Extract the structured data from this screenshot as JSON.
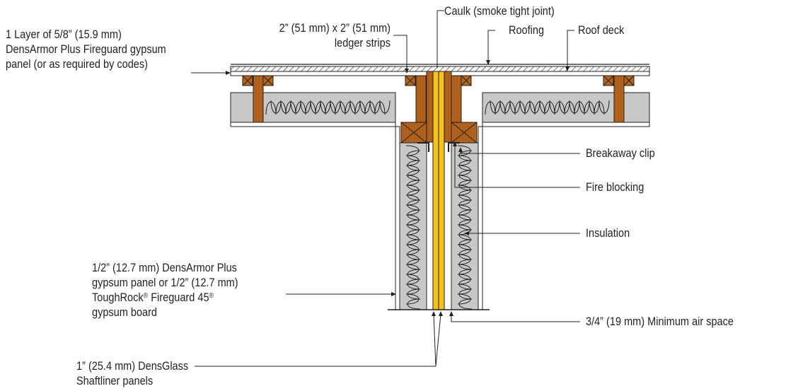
{
  "labels": {
    "gypsum_panel_top": [
      "1 Layer of 5/8” (15.9 mm)",
      "DensArmor Plus Fireguard gypsum",
      "panel (or as required by codes)"
    ],
    "ledger_strips": [
      "2” (51 mm) x 2” (51 mm)",
      "ledger strips"
    ],
    "caulk": "Caulk (smoke tight joint)",
    "roofing": "Roofing",
    "roof_deck": "Roof deck",
    "breakaway_clip": "Breakaway clip",
    "fire_blocking": "Fire blocking",
    "insulation": "Insulation",
    "wall_panel": [
      "1/2” (12.7 mm) DensArmor Plus",
      "gypsum panel or 1/2” (12.7 mm)",
      "gypsum board"
    ],
    "wall_panel_product_a": "ToughRock",
    "wall_panel_product_b": "Fireguard 45",
    "registered_mark": "®",
    "air_space": "3/4” (19 mm) Minimum air space",
    "shaftliner": [
      "1” (25.4 mm) DensGlass",
      "Shaftliner panels"
    ]
  },
  "colors": {
    "ink": "#231f20",
    "insulation_fill": "#c8c8c8",
    "wood": "#b5651d",
    "wood_dark": "#7a3e10",
    "shaftliner": "#f6c21c",
    "gypsum": "#ffffff"
  }
}
